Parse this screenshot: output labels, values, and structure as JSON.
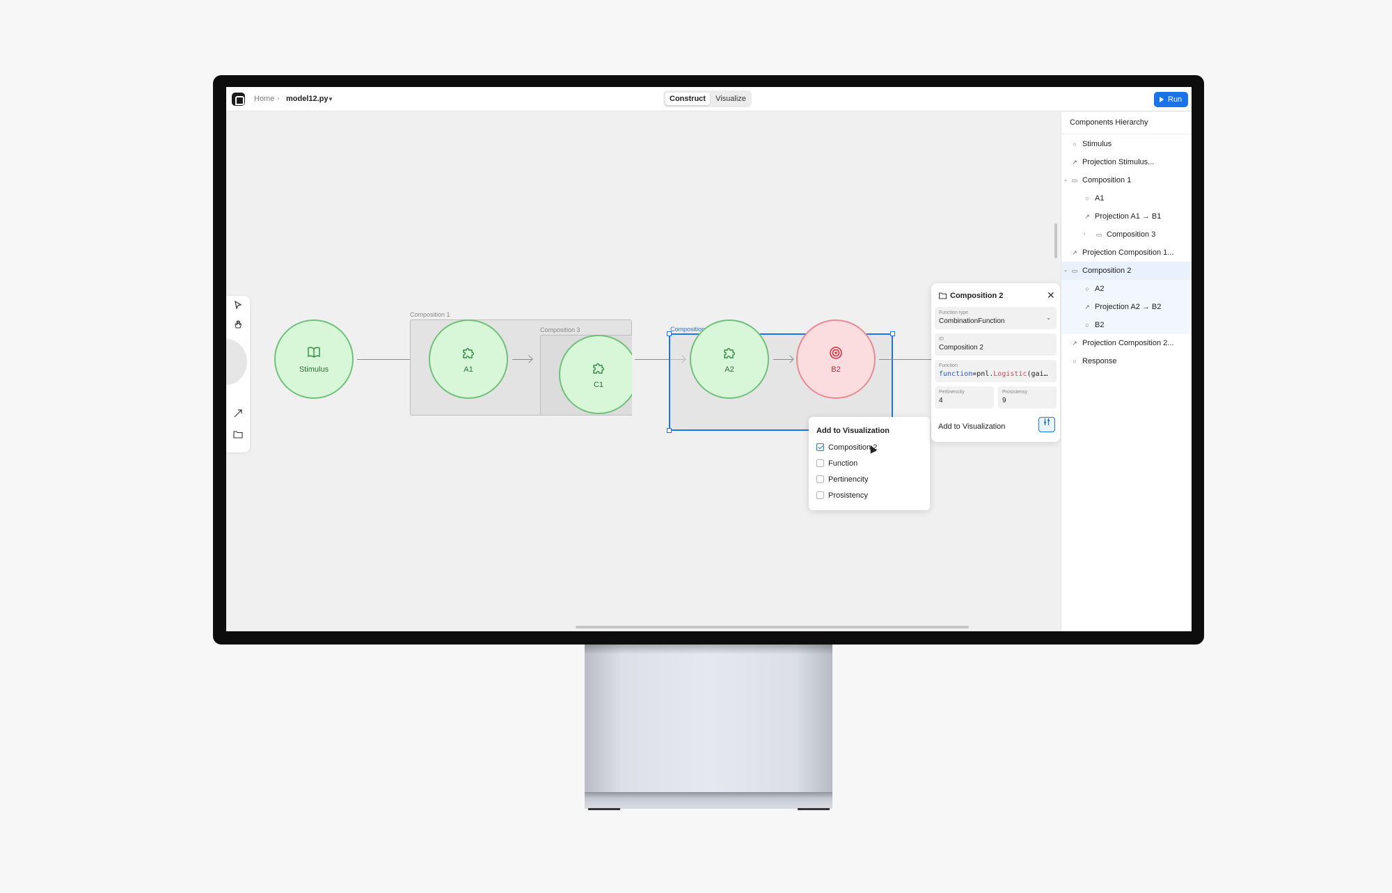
{
  "breadcrumb": {
    "home": "Home",
    "separator": "›",
    "file": "model12.py"
  },
  "modes": {
    "construct": "Construct",
    "visualize": "Visualize"
  },
  "run_label": "Run",
  "help_label": "?",
  "canvas": {
    "compositions": {
      "c1": "Composition 1",
      "c3": "Composition 3",
      "c2": "Composition 2"
    },
    "nodes": {
      "stimulus": "Stimulus",
      "a1": "A1",
      "c1": "C1",
      "a2": "A2",
      "b2": "B2"
    }
  },
  "properties": {
    "title": "Composition 2",
    "function_type_label": "Function type",
    "function_type_value": "CombinationFunction",
    "id_label": "ID",
    "id_value": "Composition 2",
    "function_label": "Function",
    "function_kw": "function",
    "function_mid": "=pnl.",
    "function_fn": "Logistic",
    "function_rest": "(gai…",
    "pertinencity_label": "Pertinencity",
    "pertinencity_value": "4",
    "prosistency_label": "Prosistensy",
    "prosistency_value": "9",
    "add_label": "Add to Visualization"
  },
  "add_menu": {
    "title": "Add to Visualization",
    "options": [
      {
        "label": "Composition 2",
        "checked": true
      },
      {
        "label": "Function",
        "checked": false
      },
      {
        "label": "Pertinencity",
        "checked": false
      },
      {
        "label": "Prosistency",
        "checked": false
      }
    ]
  },
  "hierarchy": {
    "title": "Components Hierarchy",
    "items": [
      {
        "label": "Stimulus",
        "icon": "circle-icon"
      },
      {
        "label": "Projection Stimulus...",
        "icon": "arrow-icon"
      },
      {
        "label": "Composition 1",
        "icon": "folder-icon"
      },
      {
        "label": "A1",
        "icon": "circle-icon"
      },
      {
        "label": "Projection A1 → B1",
        "icon": "arrow-icon"
      },
      {
        "label": "Composition 3",
        "icon": "folder-icon"
      },
      {
        "label": "Projection Composition 1...",
        "icon": "arrow-icon"
      },
      {
        "label": "Composition 2",
        "icon": "folder-icon"
      },
      {
        "label": "A2",
        "icon": "circle-icon"
      },
      {
        "label": "Projection A2 → B2",
        "icon": "arrow-icon"
      },
      {
        "label": "B2",
        "icon": "circle-icon"
      },
      {
        "label": "Projection Composition 2...",
        "icon": "arrow-icon"
      },
      {
        "label": "Response",
        "icon": "circle-icon"
      }
    ]
  }
}
